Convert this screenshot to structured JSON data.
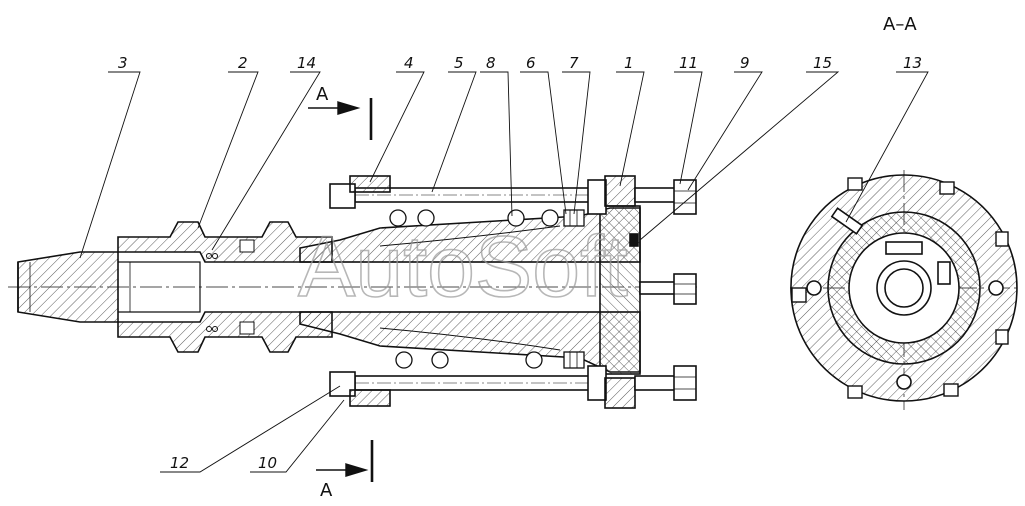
{
  "drawing": {
    "section_title": "A–A",
    "section_marker_top": "A",
    "section_marker_bottom": "A",
    "watermark": "AutoSoft",
    "callouts_top": [
      "3",
      "2",
      "14",
      "4",
      "5",
      "8",
      "6",
      "7",
      "1",
      "11",
      "9",
      "15",
      "13"
    ],
    "callouts_bottom": [
      "12",
      "10"
    ]
  },
  "colors": {
    "line": "#111111",
    "hatch": "#333333",
    "watermark": "#9a9a9a"
  }
}
